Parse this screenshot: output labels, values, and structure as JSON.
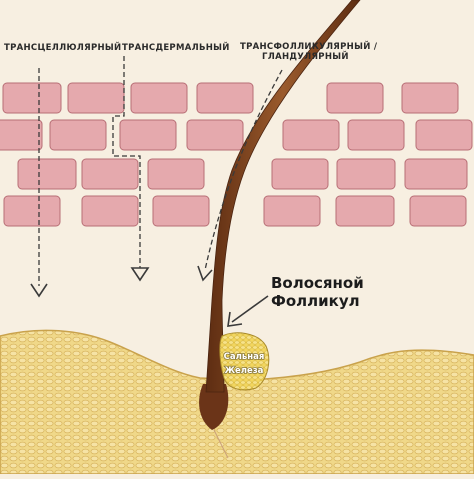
{
  "labels": {
    "transcellular": "ТРАНСЦЕЛЛЮЛЯРНЫЙ",
    "transdermal": "ТРАНСДЕРМАЛЬНЫЙ",
    "transfollicular_line1": "ТРАНСФОЛЛИКУЛЯРНЫЙ /",
    "transfollicular_line2": "ГЛАНДУЛЯРНЫЙ",
    "follicle_line1": "Волосяной",
    "follicle_line2": "Фолликул",
    "gland_line1": "Сальная",
    "gland_line2": "Железа"
  },
  "colors": {
    "background": "#f7efe1",
    "brick": "#e5a9ad",
    "brick_outline": "#b76e75",
    "dermis": "#efd58a",
    "dermis_outline": "#c9a24c",
    "hair": "#7a3f1c",
    "gland": "#f2d65f",
    "arrow": "#3a3a3a"
  }
}
